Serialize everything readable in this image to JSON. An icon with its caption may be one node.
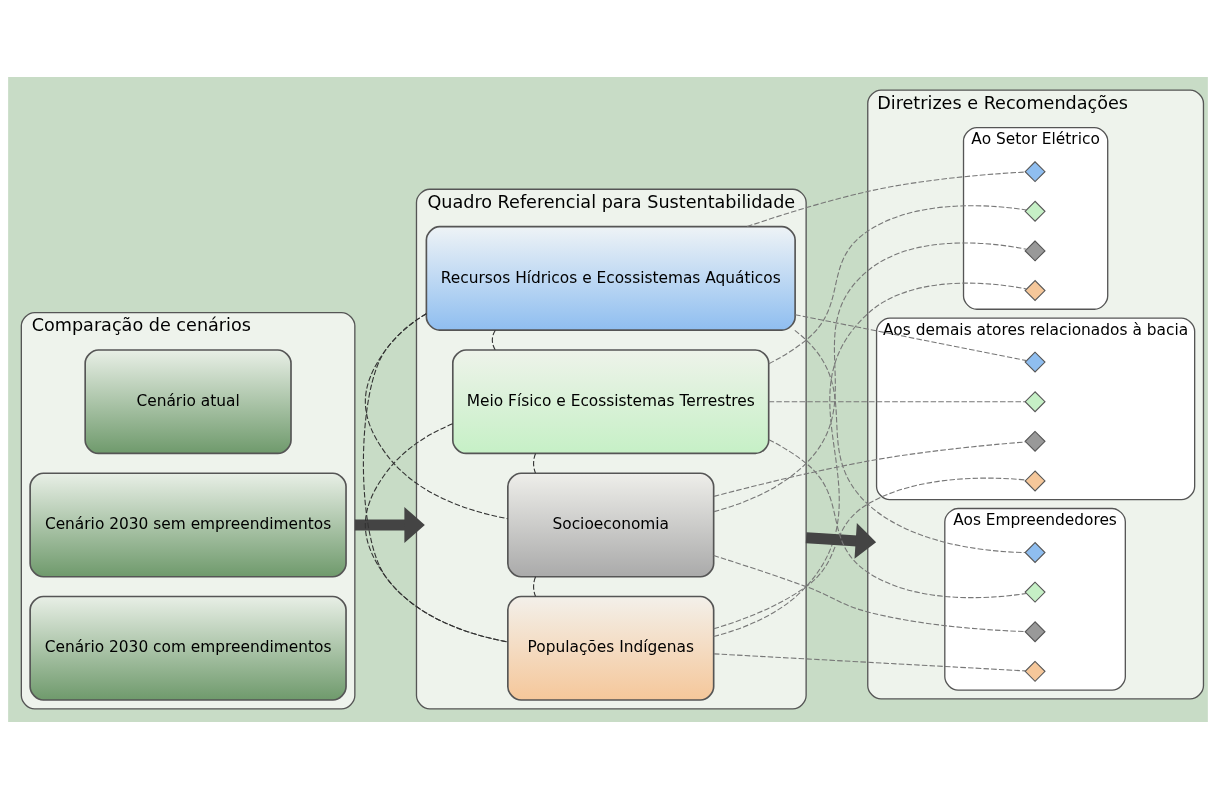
{
  "diagram": {
    "nodes": [
      {
        "text": [
          "Comparação de cenários"
        ]
      },
      {
        "text": [
          "Cenário atual"
        ],
        "in": 0
      },
      {
        "text": [
          "Cenário 2030 sem empreendimentos"
        ],
        "in": 0
      },
      {
        "text": [
          "Cenário 2030 com empreendimentos"
        ],
        "in": 0
      },
      {
        "text": [
          "Quadro Referencial para Sustentabilidade"
        ]
      },
      {
        "text": [
          "Recursos Hídricos e Ecossistemas Aquáticos"
        ],
        "in": 4
      },
      {
        "text": [
          "Meio Físico e Ecossistemas Terrestres"
        ],
        "in": 4
      },
      {
        "text": [
          "Socioeconomia"
        ],
        "in": 4
      },
      {
        "text": [
          "Populações Indígenas"
        ],
        "in": 4
      },
      {
        "text": [
          "Diretrizes e Recomendações"
        ]
      },
      {
        "text": [
          "Aos Empreendedores"
        ],
        "in": 9
      },
      {
        "text": [],
        "shape": "diamond",
        "in": 10
      },
      {
        "text": [],
        "shape": "diamond",
        "in": 10
      },
      {
        "text": [],
        "shape": "diamond",
        "in": 10
      },
      {
        "text": [],
        "shape": "diamond",
        "in": 10
      },
      {
        "text": [
          "Ao Setor Elétrico"
        ],
        "in": 9
      },
      {
        "text": [],
        "shape": "diamond",
        "in": 15
      },
      {
        "text": [],
        "shape": "diamond",
        "in": 15
      },
      {
        "text": [],
        "shape": "diamond",
        "in": 15
      },
      {
        "text": [],
        "shape": "diamond",
        "in": 15
      },
      {
        "text": [
          "Aos demais atores relacionados à bacia"
        ],
        "in": 9
      },
      {
        "text": [],
        "shape": "diamond",
        "in": 20
      },
      {
        "text": [],
        "shape": "diamond",
        "in": 20
      },
      {
        "text": [],
        "shape": "diamond",
        "in": 20
      },
      {
        "text": [],
        "shape": "diamond",
        "in": 20
      }
    ],
    "edges": [
      {
        "from": 0,
        "to": 4,
        "arrow": "to",
        "style": "thick"
      },
      {
        "from": 4,
        "to": 9,
        "arrow": "to",
        "style": "thick"
      },
      {
        "from": 5,
        "to": 11,
        "arrow": "none",
        "style": "dashed"
      },
      {
        "from": 6,
        "to": 12,
        "arrow": "none",
        "style": "dashed"
      },
      {
        "from": 7,
        "to": 13,
        "arrow": "none",
        "style": "dashed"
      },
      {
        "from": 8,
        "to": 14,
        "arrow": "none",
        "style": "dashed"
      },
      {
        "from": 5,
        "to": 16,
        "arrow": "none",
        "style": "dashed"
      },
      {
        "from": 6,
        "to": 17,
        "arrow": "none",
        "style": "dashed"
      },
      {
        "from": 7,
        "to": 18,
        "arrow": "none",
        "style": "dashed"
      },
      {
        "from": 8,
        "to": 19,
        "arrow": "none",
        "style": "dashed"
      },
      {
        "from": 5,
        "to": 21,
        "arrow": "none",
        "style": "dashed"
      },
      {
        "from": 6,
        "to": 22,
        "arrow": "none",
        "style": "dashed"
      },
      {
        "from": 7,
        "to": 23,
        "arrow": "none",
        "style": "dashed"
      },
      {
        "from": 8,
        "to": 24,
        "arrow": "none",
        "style": "dashed"
      },
      {
        "from": 5,
        "to": 6,
        "arrow": "none",
        "style": "dashed",
        "color": "#333333"
      },
      {
        "from": 5,
        "to": 7,
        "arrow": "none",
        "style": "dashed",
        "color": "#333333"
      },
      {
        "from": 5,
        "to": 8,
        "arrow": "none",
        "style": "dashed",
        "color": "#333333"
      },
      {
        "from": 6,
        "to": 7,
        "arrow": "none",
        "style": "dashed",
        "color": "#333333"
      },
      {
        "from": 6,
        "to": 8,
        "arrow": "none",
        "style": "dashed",
        "color": "#333333"
      },
      {
        "from": 7,
        "to": 8,
        "arrow": "none",
        "style": "dashed",
        "color": "#333333"
      }
    ]
  }
}
